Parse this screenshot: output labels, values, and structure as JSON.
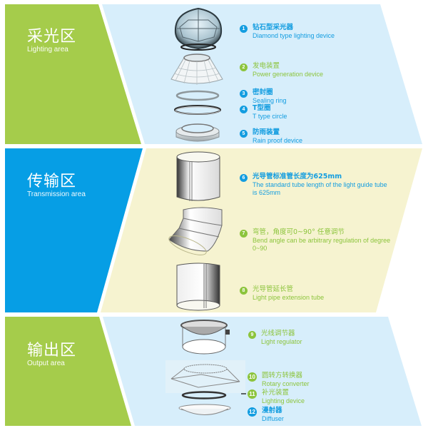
{
  "colors": {
    "green_panel": "#a5cc4b",
    "blue_panel": "#069ee5",
    "light_blue_bg": "#d7eefb",
    "beige_bg": "#f6f3d0",
    "text_blue": "#139de0",
    "text_green": "#8cc43c"
  },
  "zones": [
    {
      "id": "lighting",
      "title_cn": "采光区",
      "title_en": "Lighting area",
      "items": [
        {
          "num": "1",
          "cn": "钻石型采光器",
          "en": "Diamond type lighting device",
          "color": "blue",
          "icon": "diamond-dome-icon"
        },
        {
          "num": "2",
          "cn": "发电装置",
          "en": "Power generation device",
          "color": "green",
          "icon": "solar-cone-icon"
        },
        {
          "num": "3",
          "cn": "密封圈",
          "en": "Sealing ring",
          "color": "blue",
          "icon": "sealing-ring-icon"
        },
        {
          "num": "4",
          "cn": "T型圈",
          "en": "T type circle",
          "color": "blue",
          "icon": "t-ring-icon"
        },
        {
          "num": "5",
          "cn": "防雨装置",
          "en": "Rain proof device",
          "color": "blue",
          "icon": "rain-flashing-icon"
        }
      ]
    },
    {
      "id": "transmission",
      "title_cn": "传输区",
      "title_en": "Transmission area",
      "items": [
        {
          "num": "6",
          "cn": "光导管标准管长度为625mm",
          "en": "The standard tube length of the light guide tube is 625mm",
          "color": "blue",
          "icon": "straight-tube-icon"
        },
        {
          "num": "7",
          "cn": "弯管，角度可0~90° 任意调节",
          "en": "Bend angle can be arbitrary regulation of degree 0~90",
          "color": "green",
          "icon": "bend-tube-icon"
        },
        {
          "num": "8",
          "cn": "光导管延长管",
          "en": "Light pipe extension tube",
          "color": "green",
          "icon": "extension-tube-icon"
        }
      ]
    },
    {
      "id": "output",
      "title_cn": "输出区",
      "title_en": "Output area",
      "items": [
        {
          "num": "9",
          "cn": "光线调节器",
          "en": "Light regulator",
          "color": "green",
          "icon": "light-regulator-icon"
        },
        {
          "num": "10",
          "cn": "圆转方转换器",
          "en": "Rotary converter",
          "color": "green",
          "icon": "rotary-converter-icon"
        },
        {
          "num": "11",
          "cn": "补光装置",
          "en": "Lighting device",
          "color": "green",
          "icon": "lighting-ring-icon"
        },
        {
          "num": "12",
          "cn": "漫射器",
          "en": "Diffuser",
          "color": "blue",
          "icon": "diffuser-icon"
        }
      ]
    }
  ]
}
